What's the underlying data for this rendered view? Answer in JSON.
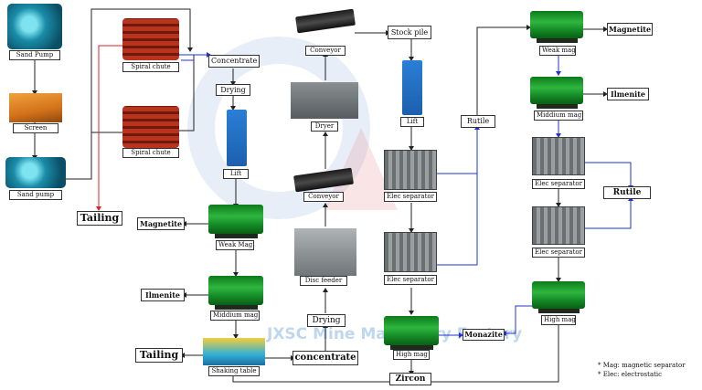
{
  "watermark": {
    "text": "JXSC Mine Machinery Factory"
  },
  "labels": {
    "sand_pump_top": "Sand Pump",
    "screen": "Screen",
    "sand_pump_bottom": "Sand pump",
    "spiral_chute_top": "Spiral chute",
    "spiral_chute_bottom": "Spiral chute",
    "tailing_left": "Tailing",
    "concentrate_top": "Concentrate",
    "drying_top": "Drying",
    "lift_left": "Lift",
    "magnetite_left": "Magnetite",
    "weak_mag_left": "Weak Mag",
    "ilmenite_left": "Ilmenite",
    "middium_mag_left": "Middium mag",
    "tailing_bottom": "Tailing",
    "shaking_table": "Shaking table",
    "concentrate_bottom": "concentrate",
    "drying_bottom": "Drying",
    "disc_feeder": "Disc feeder",
    "conveyor_bottom": "Conveyor",
    "dryer": "Dryer",
    "conveyor_top": "Conveyor",
    "stock_pile": "Stock pile",
    "lift_right": "Lift",
    "elec_separator_1": "Elec separator",
    "elec_separator_2": "Elec separator",
    "high_mag_center": "High mag",
    "zircon": "Zircon",
    "monazite": "Monazite",
    "rutile_center": "Rutile",
    "weak_mag_right": "Weak mag",
    "magnetite_right": "Magnetite",
    "middium_mag_right": "Middium mag",
    "ilmenite_right": "Ilmenite",
    "elec_separator_r1": "Elec separator",
    "elec_separator_r2": "Elec separator",
    "rutile_right": "Rutile",
    "high_mag_right": "High mag"
  },
  "legend": [
    "* Mag: magnetic separator",
    "* Elec: electrostatic"
  ],
  "colors": {
    "line": "#222222",
    "blue_line": "#2233cc",
    "red_line": "#dd2222"
  }
}
